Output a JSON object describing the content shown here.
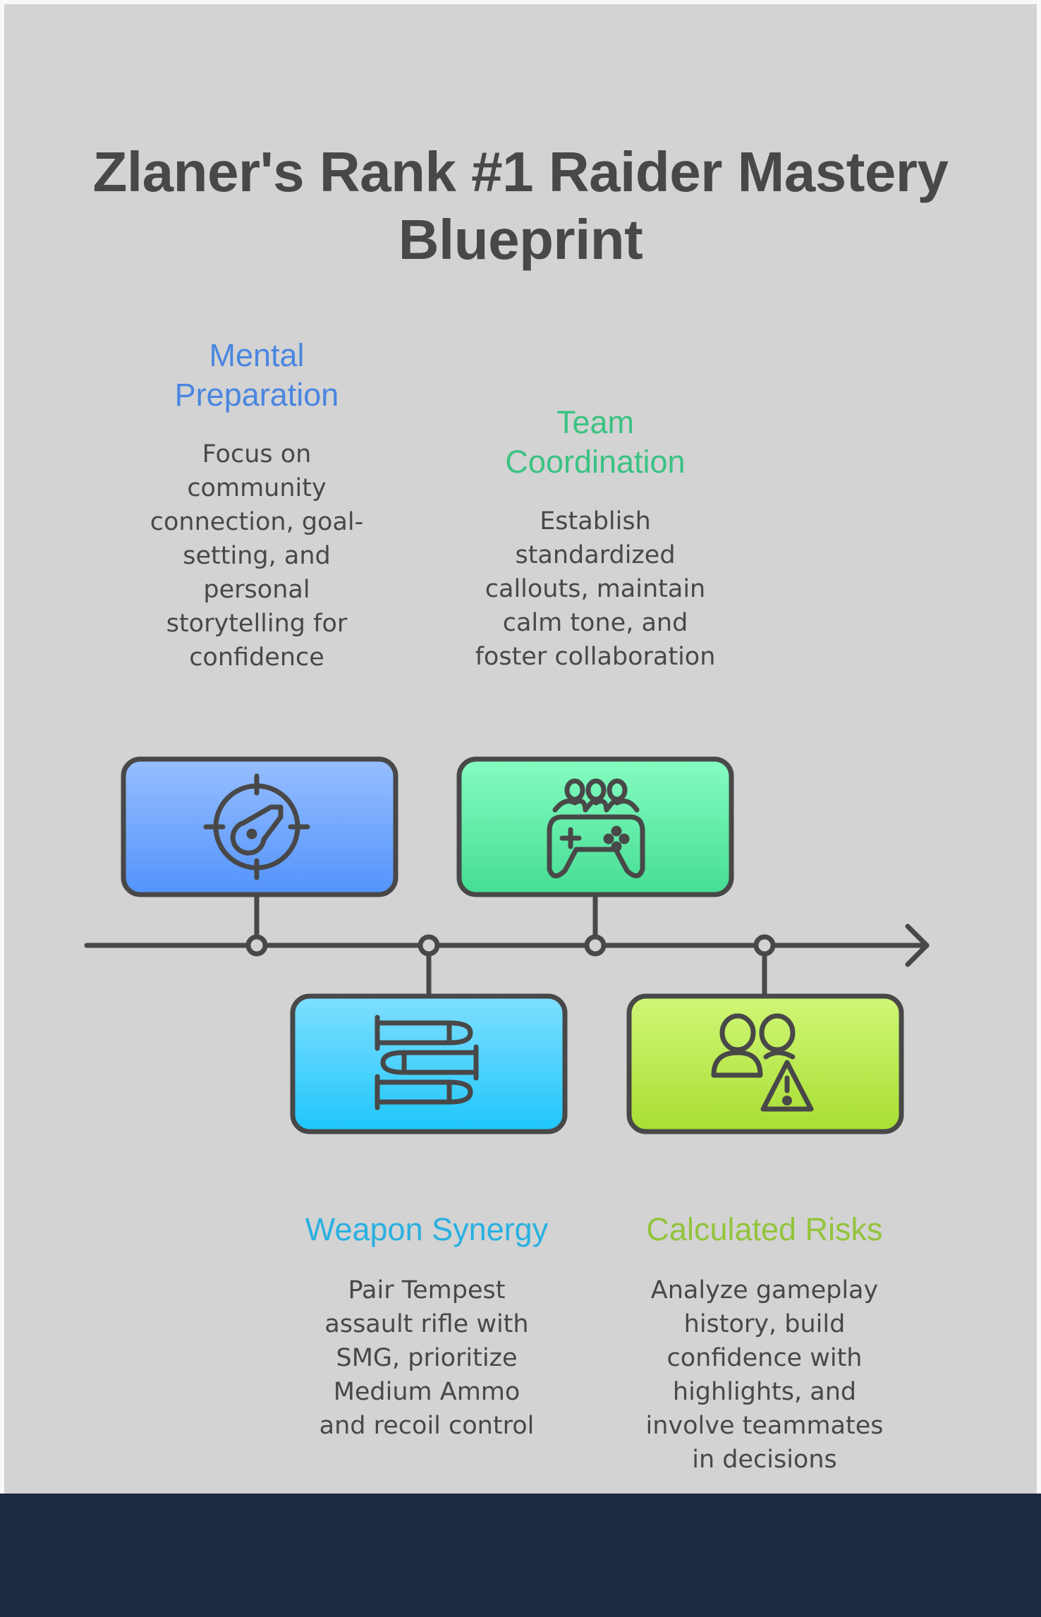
{
  "title": {
    "line1": "Zlaner's Rank #1 Raider Mastery",
    "line2": "Blueprint"
  },
  "colors": {
    "panel_bg": "#d3d3d3",
    "footer_bg": "#1b2a40",
    "text_dark": "#484848",
    "stroke": "#484848"
  },
  "timeline": {
    "direction": "left-to-right",
    "arrow_icon": "arrow-right-icon"
  },
  "steps": [
    {
      "id": "mental-preparation",
      "order": 1,
      "position": "above",
      "heading_lines": [
        "Mental",
        "Preparation"
      ],
      "body_lines": [
        "Focus on",
        "community",
        "connection, goal-",
        "setting, and",
        "personal",
        "storytelling for",
        "confidence"
      ],
      "icon": "target-gauge-icon",
      "heading_color": "#4a86e0",
      "box_gradient": [
        "#97bfff",
        "#5393fb"
      ]
    },
    {
      "id": "weapon-synergy",
      "order": 2,
      "position": "below",
      "heading_lines": [
        "Weapon Synergy"
      ],
      "body_lines": [
        "Pair Tempest",
        "assault rifle with",
        "SMG, prioritize",
        "Medium Ammo",
        "and recoil control"
      ],
      "icon": "bullets-icon",
      "heading_color": "#29b0e0",
      "box_gradient": [
        "#7fdfff",
        "#1ec6fb"
      ]
    },
    {
      "id": "team-coordination",
      "order": 3,
      "position": "above",
      "heading_lines": [
        "Team",
        "Coordination"
      ],
      "body_lines": [
        "Establish",
        "standardized",
        "callouts, maintain",
        "calm tone, and",
        "foster collaboration"
      ],
      "icon": "team-gamepad-icon",
      "heading_color": "#3cc283",
      "box_gradient": [
        "#85fcc1",
        "#45dd93"
      ]
    },
    {
      "id": "calculated-risks",
      "order": 4,
      "position": "below",
      "heading_lines": [
        "Calculated Risks"
      ],
      "body_lines": [
        "Analyze gameplay",
        "history, build",
        "confidence with",
        "highlights, and",
        "involve teammates",
        "in decisions"
      ],
      "icon": "people-warning-icon",
      "heading_color": "#93c43c",
      "box_gradient": [
        "#d0f777",
        "#a8de33"
      ]
    }
  ]
}
